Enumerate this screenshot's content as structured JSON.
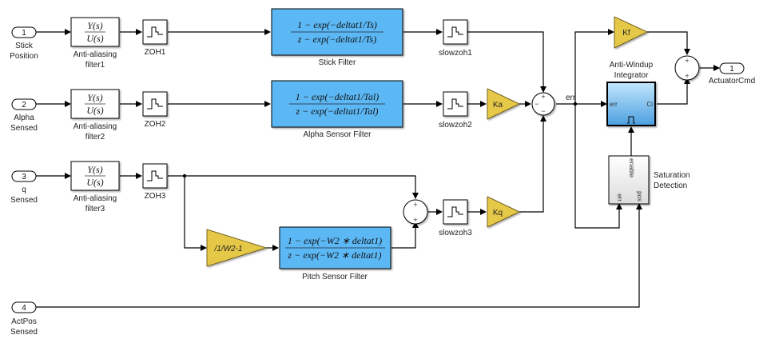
{
  "colors": {
    "filter_fill": "#5bb8f5",
    "gain_fill": "#e6c84a",
    "integrator_fill_top": "#b9e1fb",
    "integrator_fill_bottom": "#5aa9e6",
    "subsystem_fill": "#f4f4f4"
  },
  "inports": [
    {
      "num": "1",
      "label1": "Stick",
      "label2": "Position"
    },
    {
      "num": "2",
      "label1": "Alpha",
      "label2": "Sensed"
    },
    {
      "num": "3",
      "label1": "q",
      "label2": "Sensed"
    },
    {
      "num": "4",
      "label1": "ActPos",
      "label2": "Sensed"
    }
  ],
  "outport": {
    "num": "1",
    "label": "ActuatorCmd"
  },
  "tf_blocks": [
    {
      "num": "Y(s)",
      "den": "U(s)",
      "label1": "Anti-aliasing",
      "label2": "filter1"
    },
    {
      "num": "Y(s)",
      "den": "U(s)",
      "label1": "Anti-aliasing",
      "label2": "filter2"
    },
    {
      "num": "Y(s)",
      "den": "U(s)",
      "label1": "Anti-aliasing",
      "label2": "filter3"
    }
  ],
  "zoh_blocks": [
    {
      "label": "ZOH1"
    },
    {
      "label": "ZOH2"
    },
    {
      "label": "ZOH3"
    },
    {
      "label": "slowzoh1"
    },
    {
      "label": "slowzoh2"
    },
    {
      "label": "slowzoh3"
    }
  ],
  "filters": [
    {
      "num": "1 − exp(−deltat1/Ts)",
      "den": "z − exp(−deltat1/Ts)",
      "label": "Stick Filter"
    },
    {
      "num": "1 − exp(−deltat1/Tal)",
      "den": "z − exp(−deltat1/Tal)",
      "label": "Alpha Sensor Filter"
    },
    {
      "num": "1 − exp(−W2 ∗ deltat1)",
      "den": "z − exp(−W2 ∗ deltat1)",
      "label": "Pitch Sensor Filter"
    }
  ],
  "gains": {
    "ka": "Ka",
    "kq": "Kq",
    "kf": "Kf",
    "w2": "/1/W2-1"
  },
  "sums": {
    "main": {
      "top": "+",
      "left": "−",
      "bottom": "−"
    },
    "pitch": {
      "top": "+",
      "bottom": "+"
    },
    "output": {
      "top": "+",
      "bottom": "+"
    }
  },
  "signal_label": "err",
  "integrator": {
    "label1": "Anti-Windup",
    "label2": "Integrator",
    "port_in": "err",
    "port_out": "Ci"
  },
  "saturation": {
    "label1": "Saturation",
    "label2": "Detection",
    "port_enable": "enable",
    "port_err": "err",
    "port_pos": "pos"
  }
}
